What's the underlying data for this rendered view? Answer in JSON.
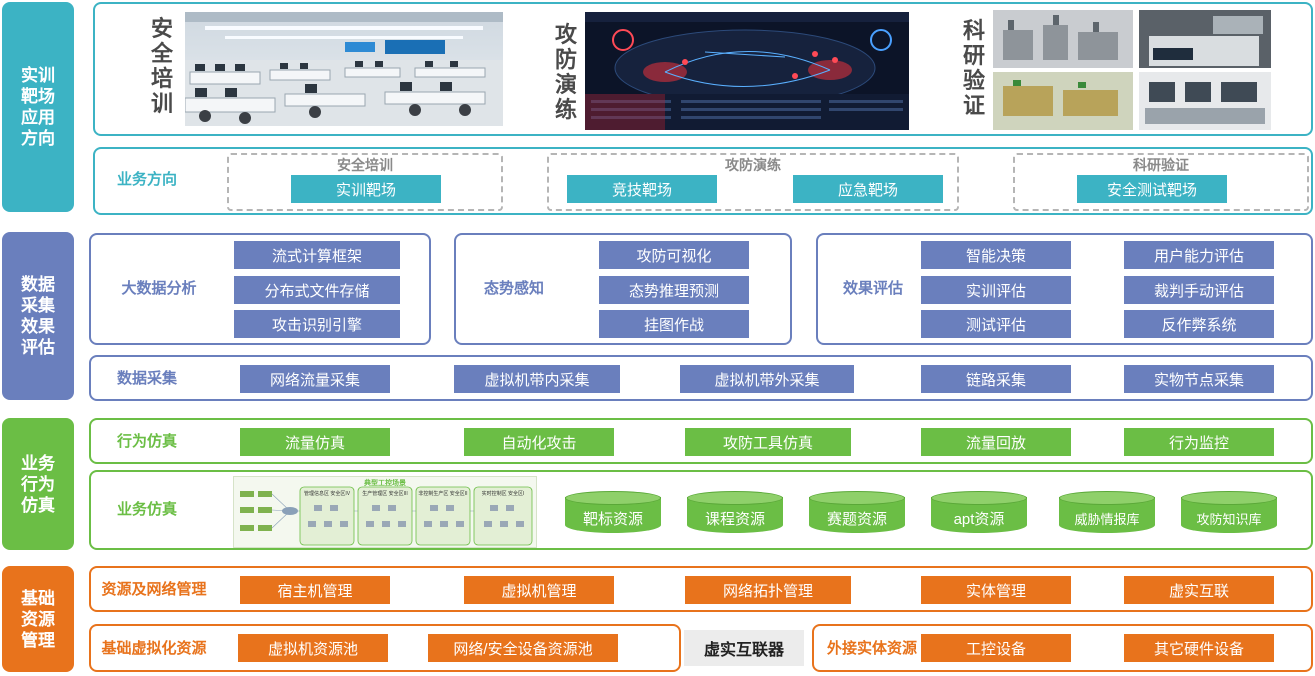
{
  "colors": {
    "teal": "#3cb3c4",
    "blue": "#6a7fbd",
    "green": "#6bbe45",
    "orange": "#e8731c"
  },
  "layers": {
    "application": {
      "title": "实训靶场应用方向",
      "showcase": [
        {
          "title": "安全培训",
          "image": "training-room-photo"
        },
        {
          "title": "攻防演练",
          "image": "attack-defense-dashboard"
        },
        {
          "title": "科研验证",
          "image": "lab-equipment-photos"
        }
      ],
      "business_label": "业务方向",
      "groups": [
        {
          "title": "安全培训",
          "items": [
            "实训靶场"
          ]
        },
        {
          "title": "攻防演练",
          "items": [
            "竞技靶场",
            "应急靶场"
          ]
        },
        {
          "title": "科研验证",
          "items": [
            "安全测试靶场"
          ]
        }
      ]
    },
    "data": {
      "title": "数据采集效果评估",
      "bigdata": {
        "label": "大数据分析",
        "items": [
          "流式计算框架",
          "分布式文件存储",
          "攻击识别引擎"
        ]
      },
      "situation": {
        "label": "态势感知",
        "items": [
          "攻防可视化",
          "态势推理预测",
          "挂图作战"
        ]
      },
      "effect": {
        "label": "效果评估",
        "items": [
          "智能决策",
          "用户能力评估",
          "实训评估",
          "裁判手动评估",
          "测试评估",
          "反作弊系统"
        ]
      },
      "collect": {
        "label": "数据采集",
        "items": [
          "网络流量采集",
          "虚拟机带内采集",
          "虚拟机带外采集",
          "链路采集",
          "实物节点采集"
        ]
      }
    },
    "behavior": {
      "title": "业务行为仿真",
      "behavior_row": {
        "label": "行为仿真",
        "items": [
          "流量仿真",
          "自动化攻击",
          "攻防工具仿真",
          "流量回放",
          "行为监控"
        ]
      },
      "business_row": {
        "label": "业务仿真",
        "diagram_title": "典型工控场景",
        "zones": [
          "管理信息区 安全区IV",
          "生产管理区 安全区III",
          "非控制生产区 安全区II",
          "实时控制区 安全区I"
        ],
        "resources": [
          "靶标资源",
          "课程资源",
          "赛题资源",
          "apt资源",
          "威胁情报库",
          "攻防知识库"
        ]
      }
    },
    "base": {
      "title": "基础资源管理",
      "res_row": {
        "label": "资源及网络管理",
        "items": [
          "宿主机管理",
          "虚拟机管理",
          "网络拓扑管理",
          "实体管理",
          "虚实互联"
        ]
      },
      "virt_row": {
        "label": "基础虚拟化资源",
        "items": [
          "虚拟机资源池",
          "网络/安全设备资源池"
        ]
      },
      "bridge": "虚实互联器",
      "entity_row": {
        "label": "外接实体资源",
        "items": [
          "工控设备",
          "其它硬件设备"
        ]
      }
    }
  }
}
